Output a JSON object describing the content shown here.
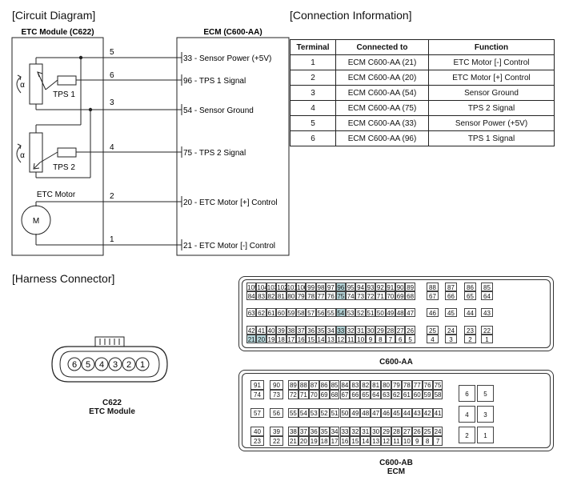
{
  "titles": {
    "circuit": "[Circuit Diagram]",
    "connection": "[Connection Information]",
    "harness": "[Harness Connector]"
  },
  "module_title": "ETC Module (C622)",
  "ecm_title": "ECM (C600-AA)",
  "alpha": "α",
  "tps1": "TPS 1",
  "tps2": "TPS 2",
  "etc_motor": "ETC Motor",
  "motor_m": "M",
  "wire_numbers": [
    "5",
    "6",
    "3",
    "4",
    "2",
    "1"
  ],
  "ecm_pins": [
    {
      "pin": "33",
      "text": " - Sensor Power (+5V)"
    },
    {
      "pin": "96",
      "text": " - TPS 1 Signal"
    },
    {
      "pin": "54",
      "text": " - Sensor Ground"
    },
    {
      "pin": "75",
      "text": " - TPS 2 Signal"
    },
    {
      "pin": "20",
      "text": " - ETC Motor [+] Control"
    },
    {
      "pin": "21",
      "text": " - ETC Motor [-] Control"
    }
  ],
  "table": {
    "headers": [
      "Terminal",
      "Connected to",
      "Function"
    ],
    "rows": [
      [
        "1",
        "ECM C600-AA (21)",
        "ETC Motor [-] Control"
      ],
      [
        "2",
        "ECM C600-AA (20)",
        "ETC Motor [+] Control"
      ],
      [
        "3",
        "ECM C600-AA (54)",
        "Sensor Ground"
      ],
      [
        "4",
        "ECM C600-AA (75)",
        "TPS 2 Signal"
      ],
      [
        "5",
        "ECM C600-AA (33)",
        "Sensor Power (+5V)"
      ],
      [
        "6",
        "ECM C600-AA (96)",
        "TPS 1 Signal"
      ]
    ]
  },
  "c622_pins": [
    "6",
    "5",
    "4",
    "3",
    "2",
    "1"
  ],
  "c622_caption": [
    "C622",
    "ETC Module"
  ],
  "aa_caption": "C600-AA",
  "ab_caption": [
    "C600-AB",
    "ECM"
  ],
  "highlight_color": "#b6d6da",
  "aa_rows": [
    {
      "main": [
        "105",
        "104",
        "103",
        "102",
        "101",
        "100",
        "99",
        "98",
        "97",
        "96",
        "95",
        "94",
        "93",
        "92",
        "91",
        "90",
        "89"
      ],
      "side": [
        "88",
        "87",
        "86",
        "85"
      ]
    },
    {
      "main": [
        "84",
        "83",
        "82",
        "81",
        "80",
        "79",
        "78",
        "77",
        "76",
        "75",
        "74",
        "73",
        "72",
        "71",
        "70",
        "69",
        "68"
      ],
      "side": [
        "67",
        "66",
        "65",
        "64"
      ]
    },
    {
      "main": [
        "63",
        "62",
        "61",
        "60",
        "59",
        "58",
        "57",
        "56",
        "55",
        "54",
        "53",
        "52",
        "51",
        "50",
        "49",
        "48",
        "47"
      ],
      "side": [
        "46",
        "45",
        "44",
        "43"
      ]
    },
    {
      "main": [
        "42",
        "41",
        "40",
        "39",
        "38",
        "37",
        "36",
        "35",
        "34",
        "33",
        "32",
        "31",
        "30",
        "29",
        "28",
        "27",
        "26"
      ],
      "side": [
        "25",
        "24",
        "23",
        "22"
      ]
    },
    {
      "main": [
        "21",
        "20",
        "19",
        "18",
        "17",
        "16",
        "15",
        "14",
        "13",
        "12",
        "11",
        "10",
        "9",
        "8",
        "7",
        "6",
        "5"
      ],
      "side": [
        "4",
        "3",
        "2",
        "1"
      ]
    }
  ],
  "aa_highlight": [
    "96",
    "75",
    "54",
    "33",
    "21",
    "20"
  ],
  "ab_rows": [
    {
      "left": [
        "91",
        "90"
      ],
      "main": [
        "89",
        "88",
        "87",
        "86",
        "85",
        "84",
        "83",
        "82",
        "81",
        "80",
        "79",
        "78",
        "77",
        "76",
        "75"
      ]
    },
    {
      "left": [
        "74",
        "73"
      ],
      "main": [
        "72",
        "71",
        "70",
        "69",
        "68",
        "67",
        "66",
        "65",
        "64",
        "63",
        "62",
        "61",
        "60",
        "59",
        "58"
      ]
    },
    {
      "left": [
        "57",
        "56"
      ],
      "main": [
        "55",
        "54",
        "53",
        "52",
        "51",
        "50",
        "49",
        "48",
        "47",
        "46",
        "45",
        "44",
        "43",
        "42",
        "41"
      ]
    },
    {
      "left": [
        "40",
        "39"
      ],
      "main": [
        "38",
        "37",
        "36",
        "35",
        "34",
        "33",
        "32",
        "31",
        "30",
        "29",
        "28",
        "27",
        "26",
        "25",
        "24"
      ]
    },
    {
      "left": [
        "23",
        "22"
      ],
      "main": [
        "21",
        "20",
        "19",
        "18",
        "17",
        "16",
        "15",
        "14",
        "13",
        "12",
        "11",
        "10",
        "9",
        "8",
        "7"
      ]
    }
  ],
  "ab_side": [
    "6",
    "5",
    "4",
    "3",
    "2",
    "1"
  ]
}
